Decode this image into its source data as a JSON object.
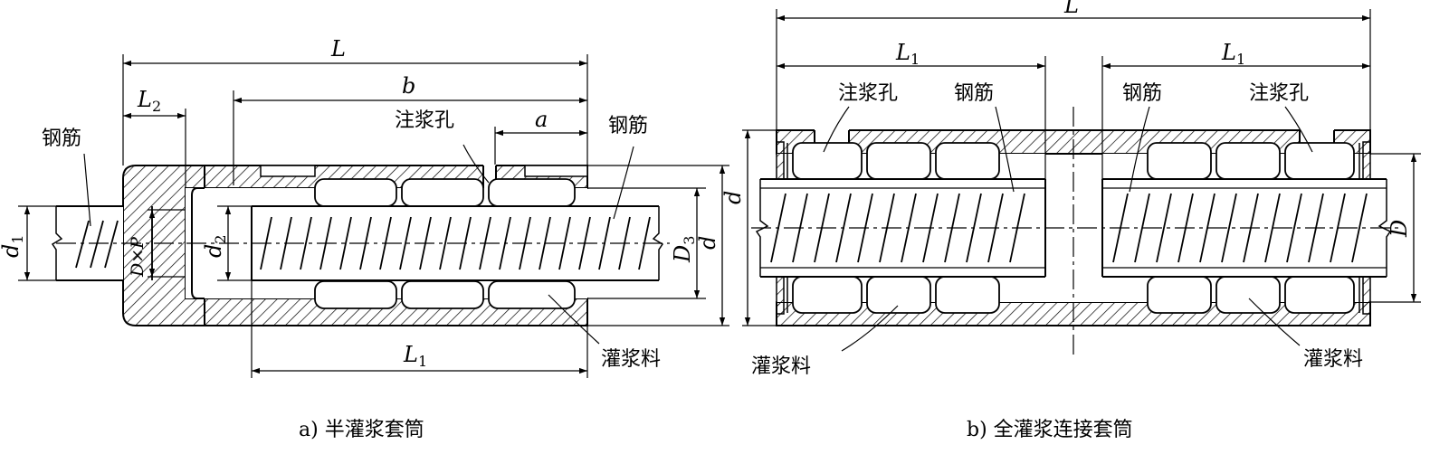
{
  "figure_a": {
    "caption": "a) 半灌浆套筒",
    "labels": {
      "rebar_left": "钢筋",
      "rebar_right": "钢筋",
      "grout_hole": "注浆孔",
      "grout": "灌浆料"
    },
    "dims": {
      "L": "L",
      "L2_main": "L",
      "L2_sub": "2",
      "b": "b",
      "a": "a",
      "d1_main": "d",
      "d1_sub": "1",
      "DxP": "D×P",
      "d2_main": "d",
      "d2_sub": "2",
      "D3_main": "D",
      "D3_sub": "3",
      "d": "d",
      "L1_main": "L",
      "L1_sub": "1"
    }
  },
  "figure_b": {
    "caption": "b) 全灌浆连接套筒",
    "labels": {
      "grout_hole_left": "注浆孔",
      "rebar_left": "钢筋",
      "rebar_right": "钢筋",
      "grout_hole_right": "注浆孔",
      "grout_left": "灌浆料",
      "grout_right": "灌浆料"
    },
    "dims": {
      "L": "L",
      "L1_left_main": "L",
      "L1_left_sub": "1",
      "L1_right_main": "L",
      "L1_right_sub": "1",
      "d": "d",
      "D": "D"
    }
  }
}
